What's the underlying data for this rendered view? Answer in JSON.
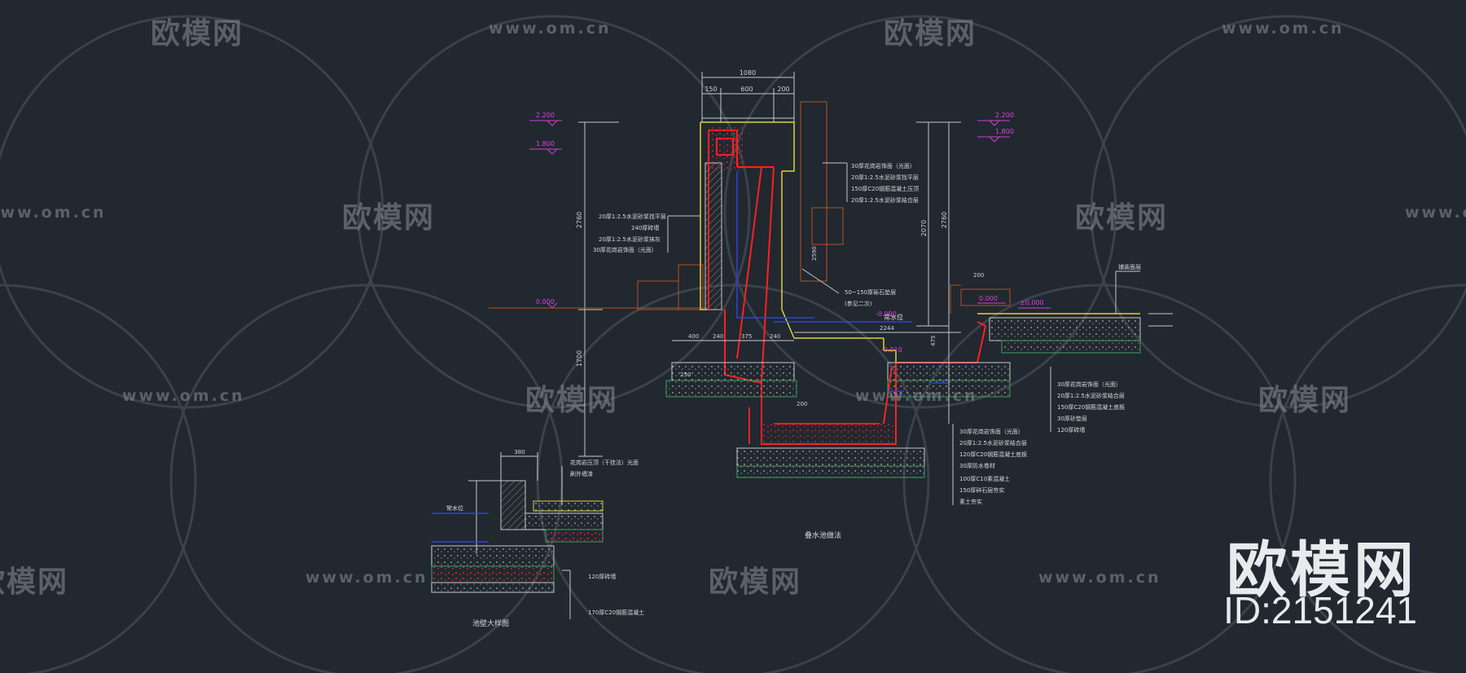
{
  "watermark": {
    "url": "www.om.cn",
    "brand": "欧模网"
  },
  "corner_brand": "欧模网",
  "corner_id": "ID:2151241",
  "drawing": {
    "main_caption": "叠水池做法",
    "detail_caption": "池壁大样图",
    "overall_width": "1080",
    "top_dims": [
      "150",
      "600",
      "200"
    ],
    "left_height": "2760",
    "left_depth": "1700",
    "right_height_a": "2070",
    "right_height_b": "2760",
    "levels": {
      "l1": "2.200",
      "l2": "1.800",
      "l3": "0.000",
      "r1": "2.200",
      "r2": "1.800",
      "water": "-0.090",
      "inner": "-0.910",
      "ground_a": "0.000",
      "ground_b": "±0.000"
    },
    "inner_dims": [
      "400",
      "240",
      "375",
      "240"
    ],
    "bottom_dim": "2244",
    "side_dims": [
      "250",
      "475",
      "200",
      "200"
    ],
    "water_label": "常水位",
    "wall_annot": "2590",
    "left_notes": [
      "20厚1:2.5水泥砂浆找平层",
      "240厚砖墙",
      "20厚1:2.5水泥砂浆抹灰",
      "30厚花岗岩饰面（光面）"
    ],
    "top_right_notes": [
      "30厚花岗岩饰面（光面）",
      "20厚1:2.5水泥砂浆找平层",
      "150厚C20钢筋混凝土压顶",
      "20厚1:2.5水泥砂浆结合层"
    ],
    "pump_note": [
      "50~150厚砾石垫层",
      "(参见二次)"
    ],
    "right_notes": [
      "30厚花岗岩饰面（光面）",
      "20厚1:2.5水泥砂浆结合层",
      "150厚C20钢筋混凝土底板",
      "30厚砂垫层",
      "120厚砖墙"
    ],
    "bottom_notes": [
      "30厚花岗岩饰面（光面）",
      "20厚1:2.5水泥砂浆结合层",
      "120厚C20钢筋混凝土底板",
      "30厚防水卷材",
      "100厚C10素混凝土",
      "150厚碎石层夯实",
      "素土夯实"
    ],
    "paving_label": "铺装面层",
    "detail_dim": "380",
    "detail_notes": [
      "花岗岩压顶（干挂法）光面",
      "刷外墙漆",
      "120厚砖墙",
      "170厚C20钢筋混凝土"
    ],
    "detail_water": "常水位"
  }
}
